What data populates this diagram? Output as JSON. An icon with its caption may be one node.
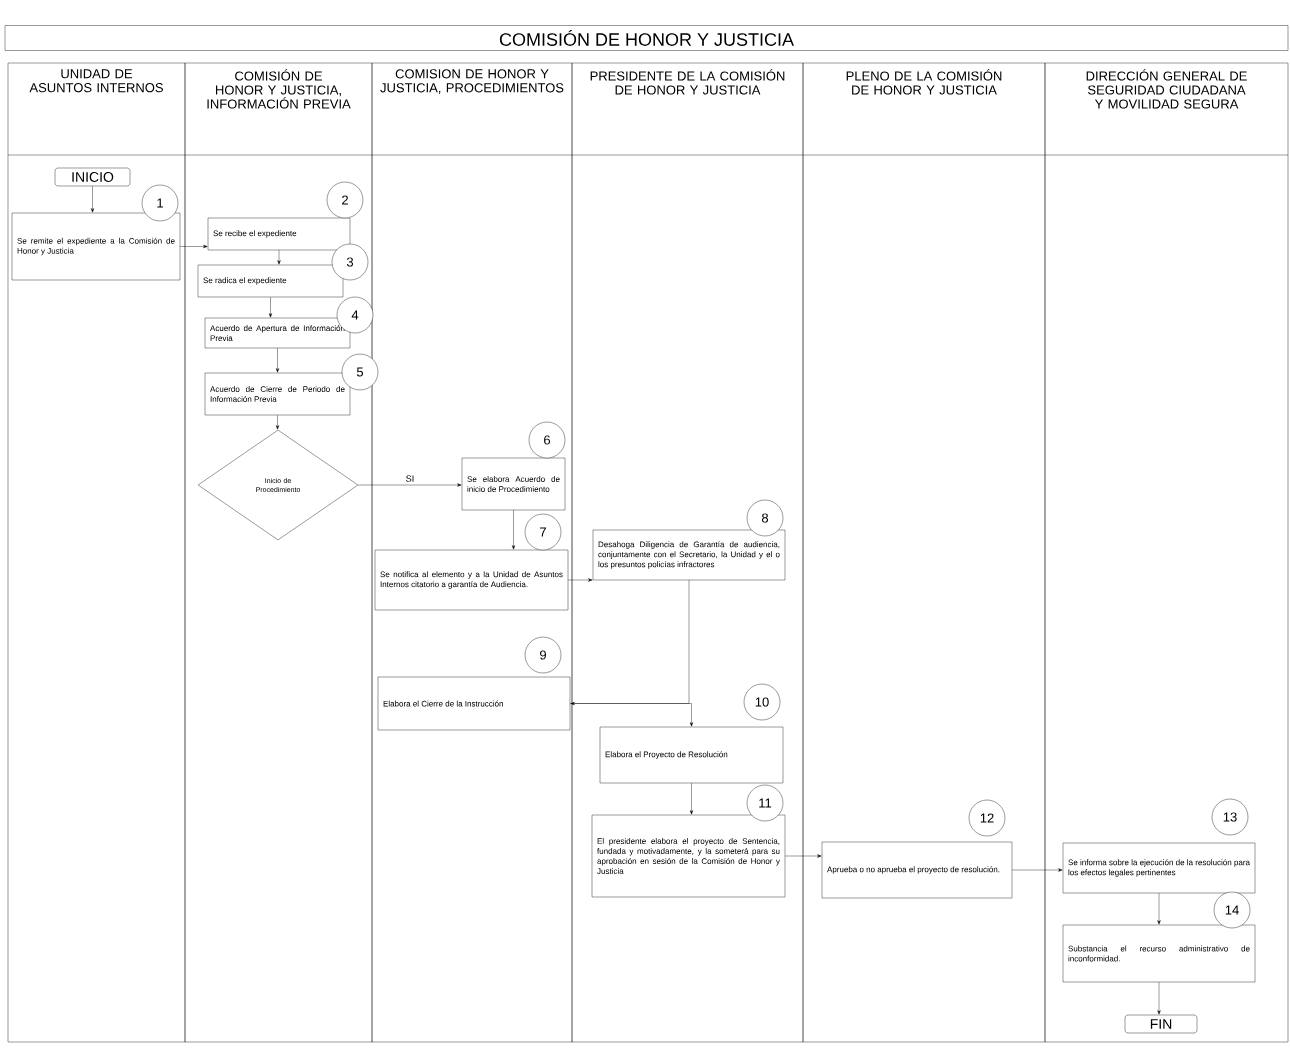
{
  "diagram": {
    "title": "COMISIÓN DE HONOR Y JUSTICIA",
    "nodes": [
      {
        "text": [
          "UNIDAD DE ASUNTOS INTERNOS"
        ]
      },
      {
        "text": [
          "COMISIÓN DE HONOR Y JUSTICIA, INFORMACIÓN PREVIA"
        ]
      },
      {
        "text": [
          "COMISION DE HONOR Y JUSTICIA, PROCEDIMIENTOS"
        ]
      },
      {
        "text": [
          "PRESIDENTE DE LA COMISIÓN DE HONOR Y JUSTICIA"
        ]
      },
      {
        "text": [
          "PLENO DE LA COMISIÓN DE HONOR Y JUSTICIA"
        ]
      },
      {
        "text": [
          "DIRECCIÓN GENERAL DE SEGURIDAD CIUDADANA Y MOVILIDAD SEGURA"
        ]
      },
      {
        "text": [
          "INICIO"
        ],
        "in": 0
      },
      {
        "text": [
          "Se remite el expediente a la Comisión de Honor y Justicia"
        ],
        "in": 0,
        "beside": [
          "1"
        ]
      },
      {
        "text": [
          "Se recibe el expediente"
        ],
        "in": 1,
        "beside": [
          "2"
        ]
      },
      {
        "text": [
          "Se radica el expediente"
        ],
        "in": 1,
        "beside": [
          "3"
        ]
      },
      {
        "text": [
          "Acuerdo de Apertura de Información Previa"
        ],
        "in": 1,
        "beside": [
          "4"
        ]
      },
      {
        "text": [
          "Acuerdo de Cierre de Periodo de Información Previa"
        ],
        "in": 1,
        "beside": [
          "5"
        ]
      },
      {
        "text": [
          "Inicio de Procedimiento"
        ],
        "in": 1
      },
      {
        "text": [
          "Se elabora Acuerdo de inicio de Procedimiento"
        ],
        "in": 2,
        "beside": [
          "6"
        ]
      },
      {
        "text": [
          "Se notifica al elemento y a la Unidad de Asuntos Internos citatorio a garantía de Audiencia."
        ],
        "in": 2,
        "beside": [
          "7"
        ]
      },
      {
        "text": [
          "Desahoga Diligencia de Garantía de audiencia, conjuntamente con el Secretario, la Unidad y el o los presuntos policías infractores"
        ],
        "in": 3,
        "beside": [
          "8"
        ]
      },
      {
        "text": [
          "Elabora el Cierre de la Instrucción"
        ],
        "in": 2,
        "beside": [
          "9"
        ]
      },
      {
        "text": [
          "Elabora el Proyecto de Resolución"
        ],
        "in": 3,
        "beside": [
          "10"
        ]
      },
      {
        "text": [
          "El presidente elabora el proyecto de Sentencia, fundada y motivadamente, y la someterá para su aprobación en sesión de la Comisión de Honor y Justicia"
        ],
        "in": 3,
        "beside": [
          "11"
        ]
      },
      {
        "text": [
          "Aprueba o no aprueba el proyecto de resolución."
        ],
        "in": 4,
        "beside": [
          "12"
        ]
      },
      {
        "text": [
          "Se informa sobre la ejecución de la resolución para los efectos legales pertinentes"
        ],
        "in": 5,
        "beside": [
          "13"
        ]
      },
      {
        "text": [
          "Substancia el recurso administrativo de inconformidad."
        ],
        "in": 5,
        "beside": [
          "14"
        ]
      },
      {
        "text": [
          "FIN"
        ],
        "in": 5
      }
    ],
    "edges": [
      {
        "from": 6,
        "to": 7,
        "arrow": "to"
      },
      {
        "from": 7,
        "to": 8,
        "arrow": "to"
      },
      {
        "from": 8,
        "to": 9,
        "arrow": "to"
      },
      {
        "from": 9,
        "to": 10,
        "arrow": "to"
      },
      {
        "from": 10,
        "to": 11,
        "arrow": "to"
      },
      {
        "from": 11,
        "to": 12,
        "arrow": "to"
      },
      {
        "from": 12,
        "to": 13,
        "arrow": "to",
        "label": "SI"
      },
      {
        "from": 13,
        "to": 14,
        "arrow": "to"
      },
      {
        "from": 14,
        "to": 15,
        "arrow": "to"
      },
      {
        "from": 15,
        "to": 16,
        "arrow": "to"
      },
      {
        "from": 16,
        "to": 17,
        "arrow": "to"
      },
      {
        "from": 17,
        "to": 18,
        "arrow": "to"
      },
      {
        "from": 18,
        "to": 19,
        "arrow": "to"
      },
      {
        "from": 19,
        "to": 20,
        "arrow": "to"
      },
      {
        "from": 20,
        "to": 21,
        "arrow": "to"
      },
      {
        "from": 21,
        "to": 22,
        "arrow": "to"
      }
    ]
  }
}
